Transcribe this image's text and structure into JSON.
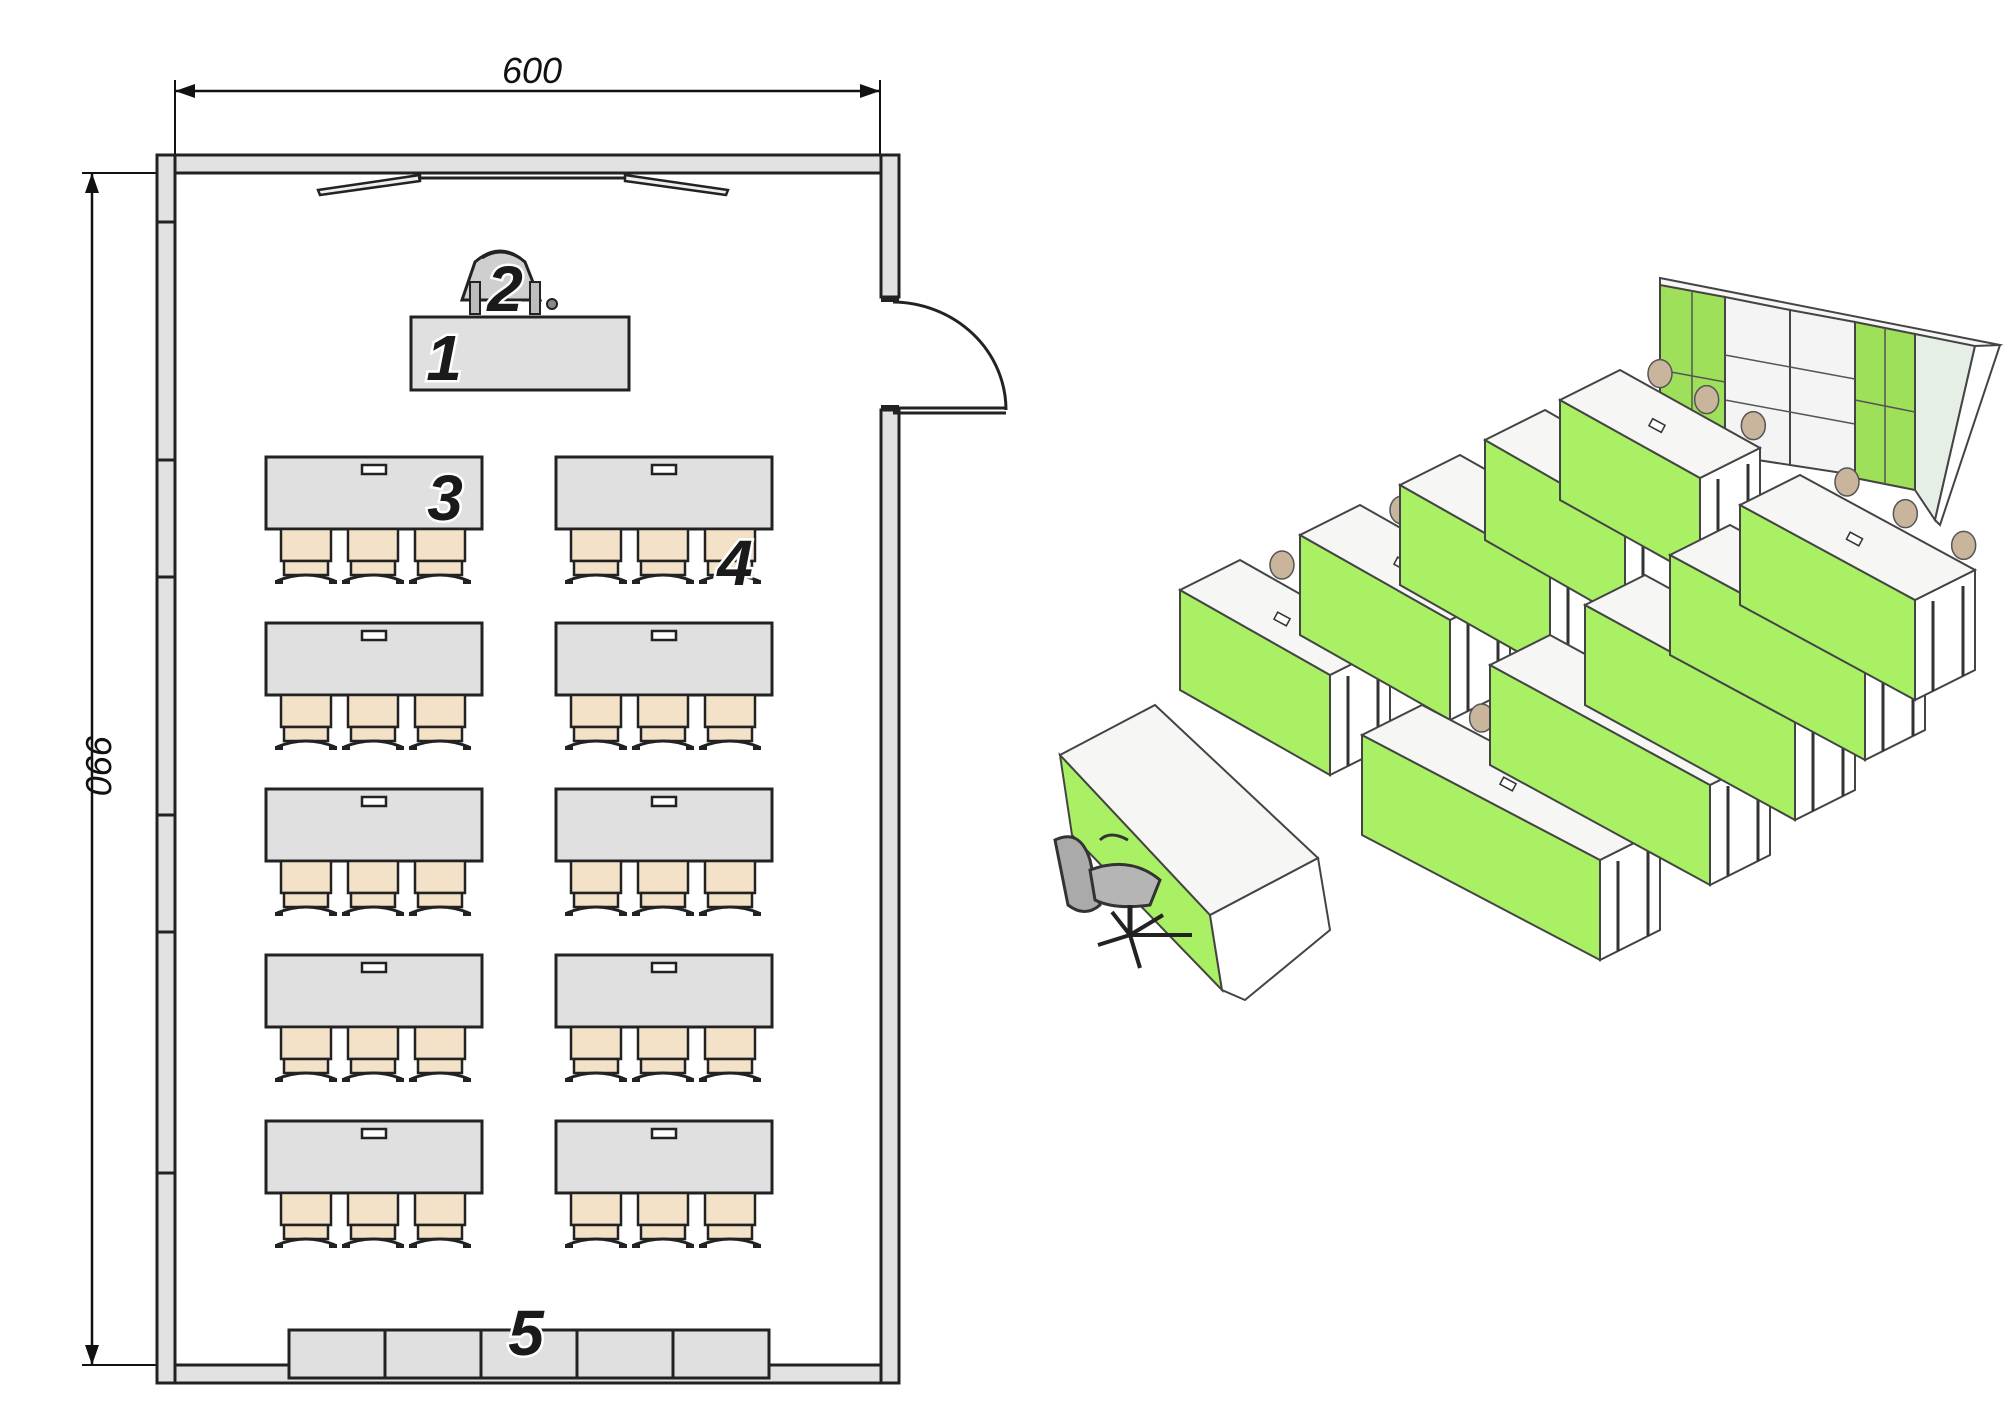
{
  "dimensions": {
    "width": "600",
    "height": "990"
  },
  "labels": {
    "item_1": "1",
    "item_2": "2",
    "item_3": "3",
    "item_4": "4",
    "item_5": "5"
  },
  "colors": {
    "cabinet_green": "#aaf065",
    "seat_beige": "#f3e2c8",
    "desk_grey": "#e0e0e0",
    "line": "#222222"
  },
  "layout": {
    "student_desk_rows": 5,
    "student_desk_columns": 2,
    "seats_per_desk": 3,
    "storage_cabinet_sections": 5
  }
}
